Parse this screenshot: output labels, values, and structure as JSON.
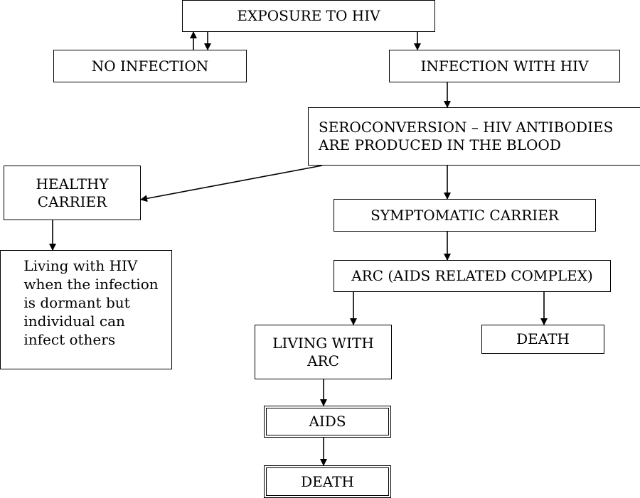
{
  "diagram": {
    "exposure": "EXPOSURE TO HIV",
    "no_infection": "NO INFECTION",
    "infection_with_hiv": "INFECTION WITH HIV",
    "seroconversion": {
      "line1": "SEROCONVERSION – HIV ANTIBODIES",
      "line2": "ARE PRODUCED IN THE BLOOD"
    },
    "healthy_carrier": {
      "line1": "HEALTHY",
      "line2": "CARRIER"
    },
    "symptomatic_carrier": "SYMPTOMATIC CARRIER",
    "living_with_hiv": {
      "line1": "Living with HIV",
      "line2": "when the infection",
      "line3": "is dormant but",
      "line4": "individual can",
      "line5": "infect others"
    },
    "arc": "ARC (AIDS RELATED COMPLEX)",
    "living_with_arc": {
      "line1": "LIVING WITH",
      "line2": "ARC"
    },
    "death_from_arc": "DEATH",
    "aids": "AIDS",
    "death_final": "DEATH"
  },
  "colors": {
    "line": "#000000",
    "background": "#ffffff"
  }
}
